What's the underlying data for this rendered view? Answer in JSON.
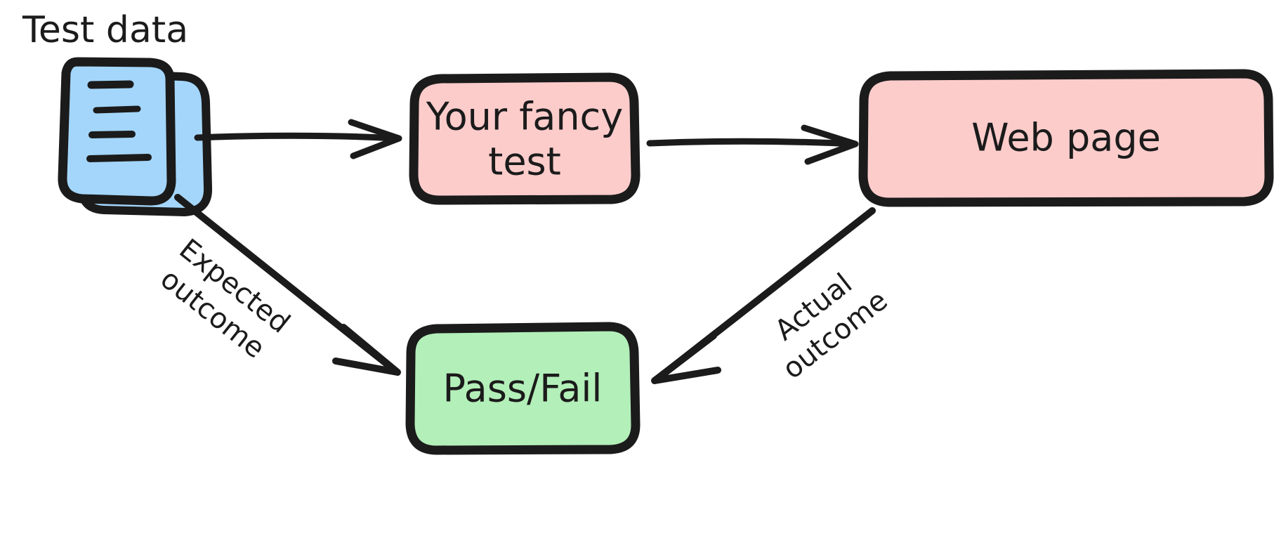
{
  "diagram": {
    "title_label": "Test data",
    "background_color": "#ffffff",
    "ink_color": "#1b1b1b",
    "nodes": [
      {
        "id": "test-data",
        "label": "Test data",
        "shape": "document-stack",
        "fill": "#a4d6fb"
      },
      {
        "id": "your-fancy-test",
        "label_line1": "Your fancy",
        "label_line2": "test",
        "label": "Your fancy test",
        "shape": "rounded-rect",
        "fill": "#fccccb"
      },
      {
        "id": "web-page",
        "label": "Web page",
        "shape": "rounded-rect",
        "fill": "#fccccb"
      },
      {
        "id": "pass-fail",
        "label": "Pass/Fail",
        "shape": "rounded-rect",
        "fill": "#b3efb9"
      }
    ],
    "edges": [
      {
        "id": "test-data-to-test",
        "from": "test-data",
        "to": "your-fancy-test",
        "label": ""
      },
      {
        "id": "test-to-web-page",
        "from": "your-fancy-test",
        "to": "web-page",
        "label": ""
      },
      {
        "id": "test-data-to-pass-fail",
        "from": "test-data",
        "to": "pass-fail",
        "label_line1": "Expected",
        "label_line2": "outcome",
        "label": "Expected outcome"
      },
      {
        "id": "web-page-to-pass-fail",
        "from": "web-page",
        "to": "pass-fail",
        "label_line1": "Actual",
        "label_line2": "outcome",
        "label": "Actual outcome"
      }
    ]
  }
}
